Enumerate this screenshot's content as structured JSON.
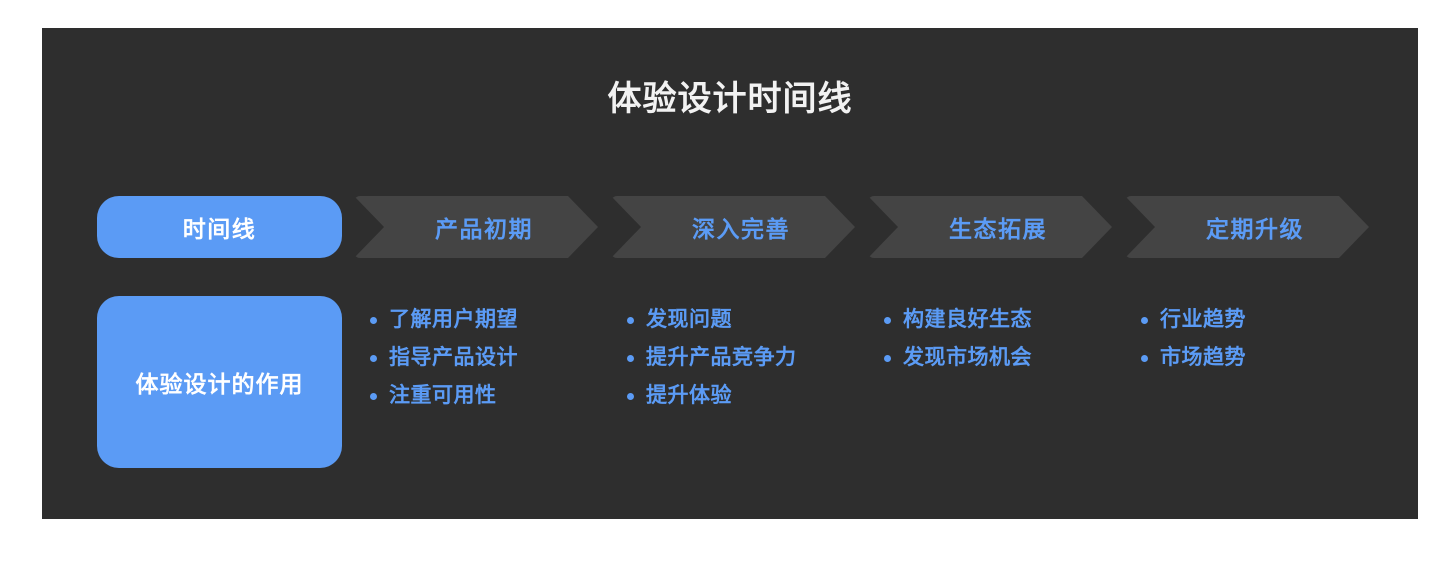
{
  "card": {
    "title": "体验设计时间线",
    "background_color": "#2e2e2e",
    "accent_color": "#5b9bf5",
    "step_color": "#444444",
    "page_background": "#ffffff"
  },
  "rows": {
    "phase_row": {
      "current": {
        "label": "时间线"
      },
      "steps": [
        {
          "label": "产品初期"
        },
        {
          "label": "深入完善"
        },
        {
          "label": "生态拓展"
        },
        {
          "label": "定期升级"
        }
      ]
    },
    "role_row": {
      "role_label": "体验设计的作用",
      "columns": [
        {
          "items": [
            "了解用户期望",
            "指导产品设计",
            "注重可用性"
          ]
        },
        {
          "items": [
            "发现问题",
            "提升产品竞争力",
            "提升体验"
          ]
        },
        {
          "items": [
            "构建良好生态",
            "发现市场机会"
          ]
        },
        {
          "items": [
            "行业趋势",
            "市场趋势"
          ]
        }
      ]
    }
  }
}
